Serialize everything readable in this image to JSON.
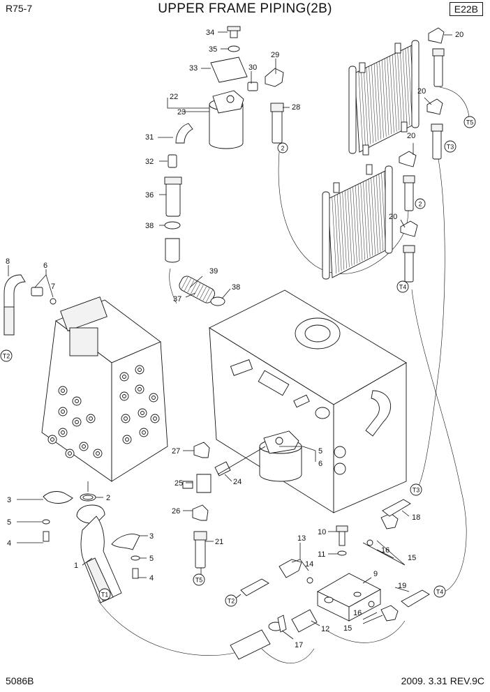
{
  "header": {
    "model": "R75-7",
    "title": "UPPER FRAME PIPING(2B)",
    "section": "E22B"
  },
  "footer": {
    "page_code": "5086B",
    "revision": "2009. 3.31 REV.9C"
  },
  "part_labels": {
    "p1": "1",
    "p2a": "2",
    "p2b": "2",
    "p2c": "2",
    "p3a": "3",
    "p3b": "3",
    "p4a": "4",
    "p4b": "4",
    "p5a": "5",
    "p5b": "5",
    "p5c": "5",
    "p6a": "6",
    "p6b": "6",
    "p7": "7",
    "p8": "8",
    "p9": "9",
    "p10": "10",
    "p11": "11",
    "p12": "12",
    "p13": "13",
    "p14": "14",
    "p15a": "15",
    "p15b": "15",
    "p16a": "16",
    "p16b": "16",
    "p17": "17",
    "p18": "18",
    "p19": "19",
    "p20a": "20",
    "p20b": "20",
    "p20c": "20",
    "p20d": "20",
    "p21": "21",
    "p22": "22",
    "p23": "23",
    "p24": "24",
    "p25": "25",
    "p26": "26",
    "p27": "27",
    "p28": "28",
    "p29": "29",
    "p30": "30",
    "p31": "31",
    "p32": "32",
    "p33": "33",
    "p34": "34",
    "p35": "35",
    "p36": "36",
    "p37": "37",
    "p38a": "38",
    "p38b": "38",
    "p39": "39"
  },
  "connection_labels": {
    "t1": "T1",
    "t2a": "T2",
    "t2b": "T2",
    "t3a": "T3",
    "t3b": "T3",
    "t4a": "T4",
    "t4b": "T4",
    "t5a": "T5",
    "t5b": "T5"
  }
}
